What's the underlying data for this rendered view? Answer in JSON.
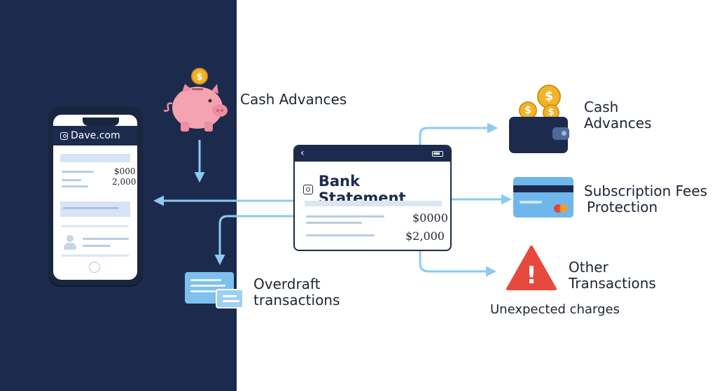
{
  "phone": {
    "site": "Dave.com",
    "amount_1": "$000",
    "amount_2": "2,000"
  },
  "bank_statement": {
    "title": "Bank Statement",
    "amount_1": "$0000",
    "amount_2": "$2,000"
  },
  "labels": {
    "piggy_cash_advances": "Cash Advances",
    "wallet_cash_line1": "Cash",
    "wallet_cash_line2": "Advances",
    "subscription_line1": "Subscription Fees",
    "subscription_line2": "Protection",
    "other_line1": "Other",
    "other_line2": "Transactions",
    "unexpected": "Unexpected charges",
    "overdraft_line1": "Overdraft",
    "overdraft_line2": "transactions"
  },
  "icons": {
    "coin_symbol": "$",
    "piggy_coin_symbol": "$",
    "warning_symbol": "!",
    "back_chevron": "‹"
  },
  "colors": {
    "navy": "#1c2b4d",
    "arrow": "#8ccaf0",
    "piggy": "#f4a3b1",
    "coin": "#f2b428",
    "warning": "#e8493d",
    "card": "#6fb6ec"
  }
}
